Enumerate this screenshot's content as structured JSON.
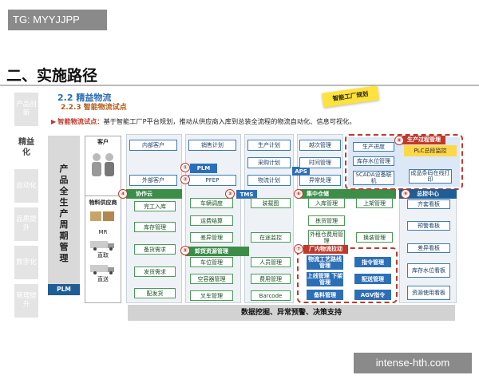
{
  "watermark_tl": "TG: MYYJJPP",
  "watermark_br": "intense-hth.com",
  "page_title": "二、实施路径",
  "side_tabs": [
    {
      "label": "产品创新",
      "active": false
    },
    {
      "label": "精益化",
      "active": true
    },
    {
      "label": "自动化",
      "active": false
    },
    {
      "label": "品质提升",
      "active": false
    },
    {
      "label": "数字化",
      "active": false
    },
    {
      "label": "管理提升",
      "active": false
    }
  ],
  "section": "2.2 精益物流",
  "subsection": "2.2.3 智能物流试点",
  "badge": "智能工厂规划",
  "desc": {
    "key": "智能物流试点：",
    "text": "基于智能工厂P平台规划，推动从供应商入库到总装全流程的物流自动化、信息可视化。"
  },
  "lifecycle": "产品全生产周期管理",
  "plm_bar": "PLM",
  "left_actors": {
    "customer": "客户",
    "supplier": "物料供应商",
    "mr": "MR",
    "direct": "直取",
    "deliver": "直送"
  },
  "col1": {
    "boxes": [
      "内部客户",
      "外部客户"
    ],
    "hdr": "协作云",
    "items": [
      "完工入库",
      "库存管理",
      "备货需求",
      "发货需求",
      "配发货"
    ]
  },
  "col2": {
    "boxes": [
      "销售计划",
      "PLM",
      "PFEP"
    ],
    "items": [
      "车辆调度",
      "运费结算",
      "差异管理"
    ],
    "hdr": "卸货资源管理",
    "items2": [
      "车位管理",
      "空容器管理",
      "叉车管理"
    ]
  },
  "col3": {
    "boxes": [
      "生产计划",
      "采购计划",
      "物流计划"
    ],
    "aps": "APS",
    "tms": "TMS",
    "items": [
      "装载图",
      "在途监控"
    ],
    "items2": [
      "人员管理",
      "费用管理",
      "Barcode"
    ]
  },
  "col4": {
    "boxes": [
      "越次管理",
      "时间管理",
      "异常处理"
    ]
  },
  "col5": {
    "hdr": "集中仓储",
    "items": [
      "入库管理",
      "拣货管理",
      "外租仓费用管理"
    ],
    "items2": [
      "上架管理",
      "换装管理"
    ]
  },
  "col6": {
    "boxes": [
      "生产进度",
      "库存水位管理",
      "SCADA设备联机"
    ],
    "right": [
      "成品条码在线打印"
    ]
  },
  "prod_mgmt": {
    "label": "生产过程管理",
    "item": "PLC总段监控"
  },
  "factory": {
    "label": "厂内物流拉动",
    "left": [
      "物流工艺路线管理",
      "上线管理\n下架管理",
      "备料管理"
    ],
    "right": [
      "指令管理",
      "配送管理",
      "AGV指令"
    ]
  },
  "kanban": {
    "hdr": "总控中心",
    "items": [
      "齐套看板",
      "预警看板",
      "差异看板",
      "库存水位看板",
      "资源使用看板"
    ]
  },
  "nums": [
    "①",
    "②",
    "③",
    "④",
    "⑤",
    "⑥",
    "⑦",
    "⑧",
    "⑨"
  ],
  "bottom_bar": "数据挖掘、异常预警、决策支持"
}
